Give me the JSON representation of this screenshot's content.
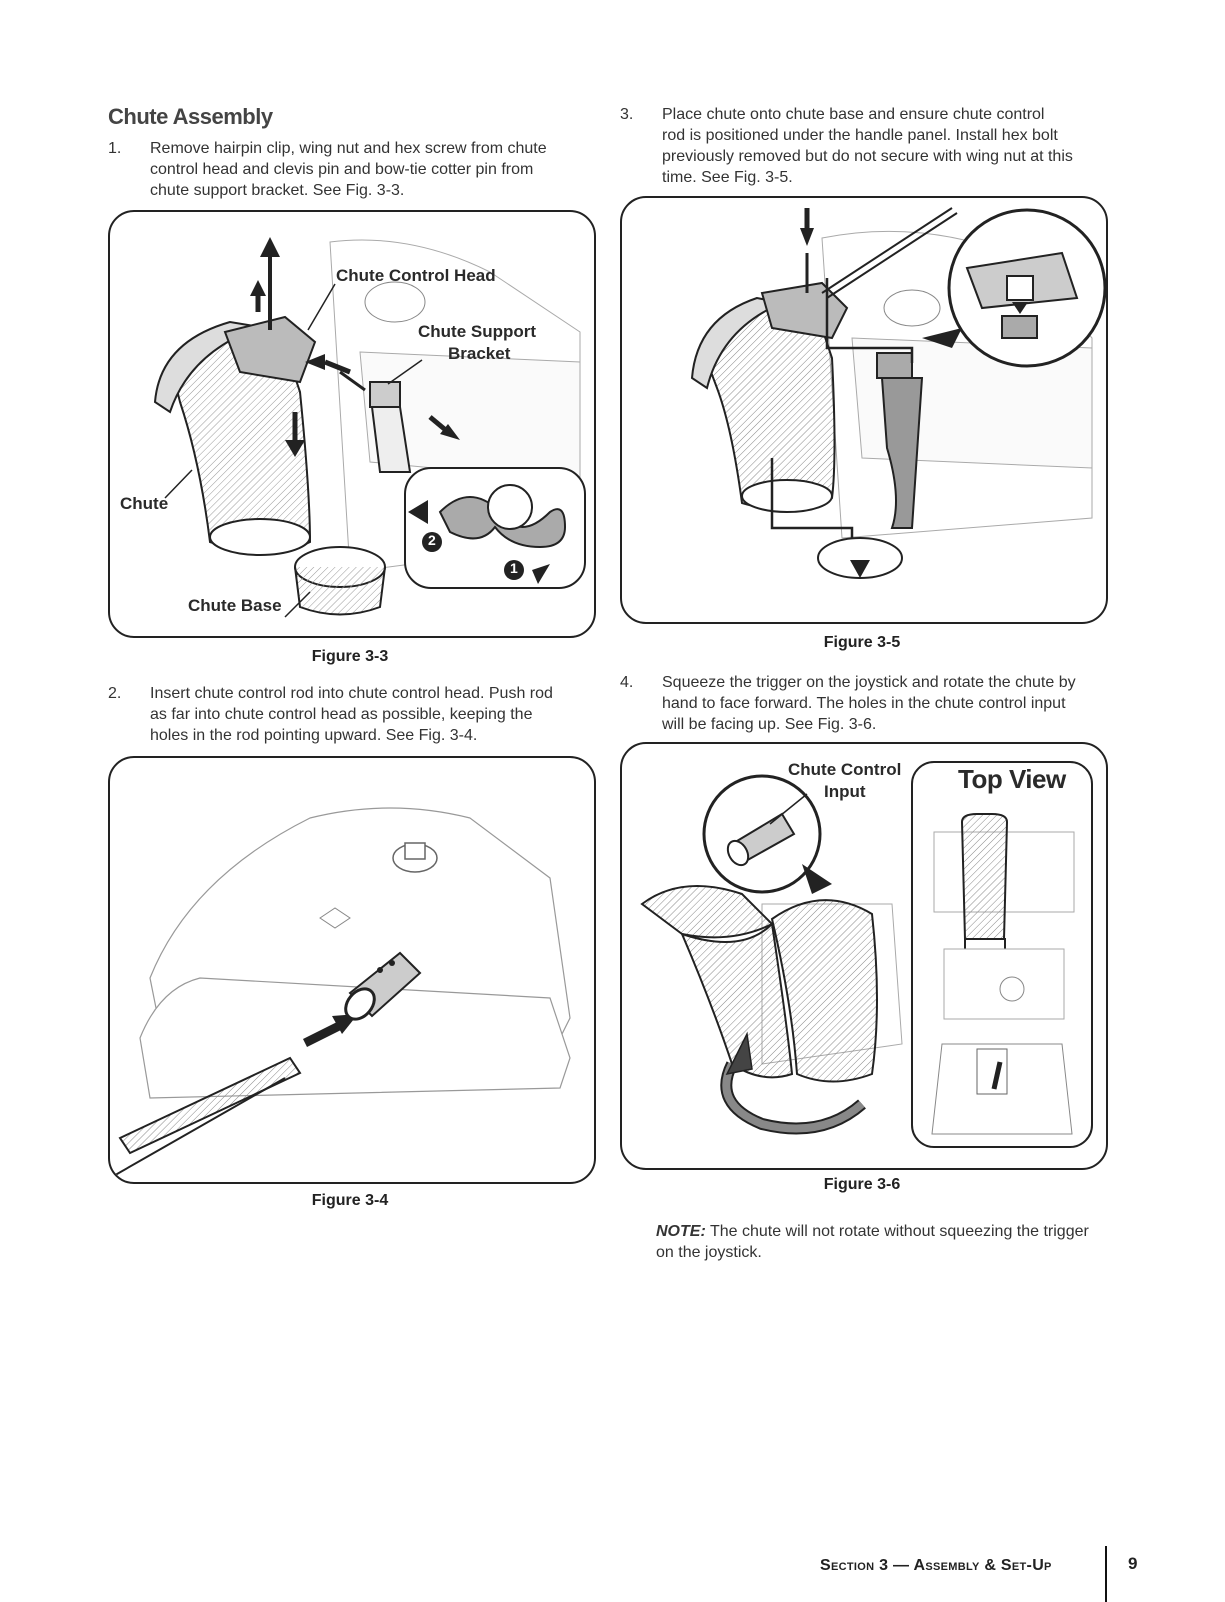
{
  "heading": "Chute Assembly",
  "steps": [
    {
      "num": "1.",
      "lines": [
        "Remove hairpin clip, wing nut and hex screw from chute",
        "control head and clevis pin and bow-tie cotter pin from",
        "chute support bracket. See Fig. 3-3."
      ]
    },
    {
      "num": "2.",
      "lines": [
        "Insert chute control rod into chute control head. Push rod",
        "as far into chute control head as possible, keeping the",
        "holes in the rod pointing upward. See Fig. 3-4."
      ]
    },
    {
      "num": "3.",
      "lines": [
        "Place chute onto chute base and ensure chute control",
        "rod is positioned under the handle panel. Install hex bolt",
        "previously removed but do not secure with wing nut at this",
        "time. See Fig. 3-5."
      ]
    },
    {
      "num": "4.",
      "lines": [
        "Squeeze the trigger on the joystick and rotate the chute by",
        "hand to face forward. The holes in the chute control input",
        "will be facing up. See Fig. 3-6."
      ]
    }
  ],
  "figures": {
    "fig33": {
      "caption": "Figure 3-3",
      "callouts": {
        "head": "Chute Control Head",
        "support1": "Chute Support",
        "support2": "Bracket",
        "chute": "Chute",
        "base": "Chute Base"
      },
      "markers": [
        "2",
        "1"
      ]
    },
    "fig34": {
      "caption": "Figure 3-4"
    },
    "fig35": {
      "caption": "Figure 3-5"
    },
    "fig36": {
      "caption": "Figure 3-6",
      "callouts": {
        "input1": "Chute Control",
        "input2": "Input",
        "topview": "Top View"
      }
    }
  },
  "note": {
    "label": "NOTE:",
    "text": "The chute will not rotate without squeezing the trigger on the joystick."
  },
  "footer": {
    "section": "Section 3 — Assembly & Set-Up",
    "page": "9"
  }
}
